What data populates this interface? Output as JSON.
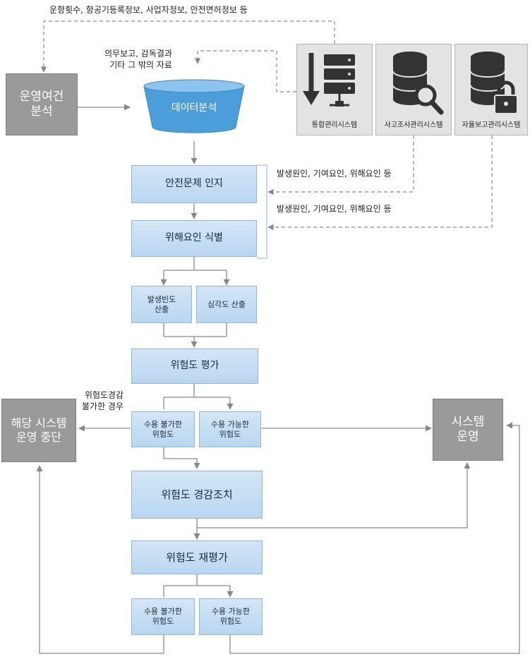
{
  "diagram": {
    "top_note": "운항횟수, 항공기등록정보, 사업자정보, 안전면허정보 등",
    "side_note": "의무보고, 감독결과\n기타 그 밖의 자료",
    "cause_note_1": "발생원인, 기여요인, 위해요인 등",
    "cause_note_2": "발생원인, 기여요인, 위해요인 등",
    "reduce_note": "위험도경감\n불가한 경우",
    "nodes": {
      "operating_analysis": "운영여건\n분석",
      "data_analysis": "데이터분석",
      "safety_issue": "안전문제 인지",
      "hazard_id": "위해요인 식별",
      "frequency": "발생빈도\n산출",
      "severity": "심각도 산출",
      "risk_assessment": "위험도 평가",
      "unacceptable_1": "수용 불가한\n위험도",
      "acceptable_1": "수용 가능한\n위험도",
      "mitigation": "위험도 경감조치",
      "reassessment": "위험도 재평가",
      "unacceptable_2": "수용 불가한\n위험도",
      "acceptable_2": "수용 가능한\n위험도",
      "stop_operation": "해당 시스템\n운영 중단",
      "system_operation": "시스템\n운영"
    },
    "systems": [
      {
        "caption": "통합관리시스템",
        "icon": "server-download-icon"
      },
      {
        "caption": "사고조사관리시스템",
        "icon": "database-search-icon"
      },
      {
        "caption": "자율보고관리시스템",
        "icon": "database-lock-icon"
      }
    ]
  }
}
